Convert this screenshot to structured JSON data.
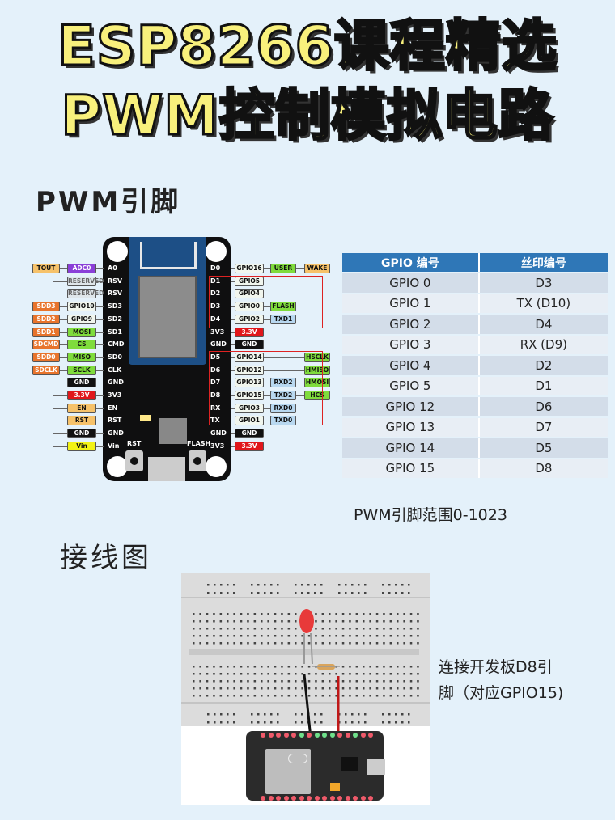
{
  "title": {
    "line1": "ESP8266课程精选",
    "line2": "PWM控制模拟电路"
  },
  "pin_section_title": "PWM引脚",
  "wiring_section_title": "接线图",
  "pinout": {
    "board_left_labels": [
      "A0",
      "RSV",
      "RSV",
      "SD3",
      "SD2",
      "SD1",
      "CMD",
      "SD0",
      "CLK",
      "GND",
      "3V3",
      "EN",
      "RST",
      "GND",
      "Vin"
    ],
    "board_right_labels": [
      "D0",
      "D1",
      "D2",
      "D3",
      "D4",
      "3V3",
      "GND",
      "D5",
      "D6",
      "D7",
      "D8",
      "RX",
      "TX",
      "GND",
      "3V3"
    ],
    "left_outer": [
      "TOUT",
      "",
      "",
      "SDD3",
      "SDD2",
      "SDD1",
      "SDCMD",
      "SDD0",
      "SDCLK",
      "",
      "",
      "",
      "",
      "",
      ""
    ],
    "left_inner": [
      "ADC0",
      "RESERVED",
      "RESERVED",
      "GPIO10",
      "GPIO9",
      "MOSI",
      "CS",
      "MISO",
      "SCLK",
      "GND",
      "3.3V",
      "EN",
      "RST",
      "GND",
      "Vin"
    ],
    "right_gpio": [
      "GPIO16",
      "GPIO5",
      "GPIO4",
      "GPIO0",
      "GPIO2",
      "3.3V",
      "GND",
      "GPIO14",
      "GPIO12",
      "GPIO13",
      "GPIO15",
      "GPIO3",
      "GPIO1",
      "GND",
      "3.3V"
    ],
    "right_func1": [
      "USER",
      "",
      "",
      "FLASH",
      "TXD1",
      "",
      "",
      "",
      "",
      "RXD2",
      "TXD2",
      "RXD0",
      "TXD0",
      "",
      ""
    ],
    "right_func2": [
      "WAKE",
      "",
      "",
      "",
      "",
      "",
      "",
      "HSCLK",
      "HMISO",
      "HMOSI",
      "HCS",
      "",
      "",
      "",
      ""
    ],
    "button_labels": {
      "rst": "RST",
      "flash": "FLASH"
    },
    "colors": {
      "orange": "#e8742c",
      "purple": "#8a3fd8",
      "green": "#7fdc3c",
      "light": "#f1f6ee",
      "red": "#e0171b",
      "black": "#111111",
      "tan": "#f6c26a",
      "yellow": "#f2f215",
      "blue": "#b8d8f0",
      "gray": "#dfe6ea"
    }
  },
  "gpio_table": {
    "headers": [
      "GPIO 编号",
      "丝印编号"
    ],
    "rows": [
      [
        "GPIO 0",
        "D3"
      ],
      [
        "GPIO 1",
        "TX (D10)"
      ],
      [
        "GPIO 2",
        "D4"
      ],
      [
        "GPIO 3",
        "RX (D9)"
      ],
      [
        "GPIO 4",
        "D2"
      ],
      [
        "GPIO 5",
        "D1"
      ],
      [
        "GPIO 12",
        "D6"
      ],
      [
        "GPIO 13",
        "D7"
      ],
      [
        "GPIO 14",
        "D5"
      ],
      [
        "GPIO 15",
        "D8"
      ]
    ]
  },
  "pwm_range_note": "PWM引脚范围0-1023",
  "wiring_note": {
    "line1": "连接开发板D8引",
    "line2": "脚（对应GPIO15)"
  }
}
